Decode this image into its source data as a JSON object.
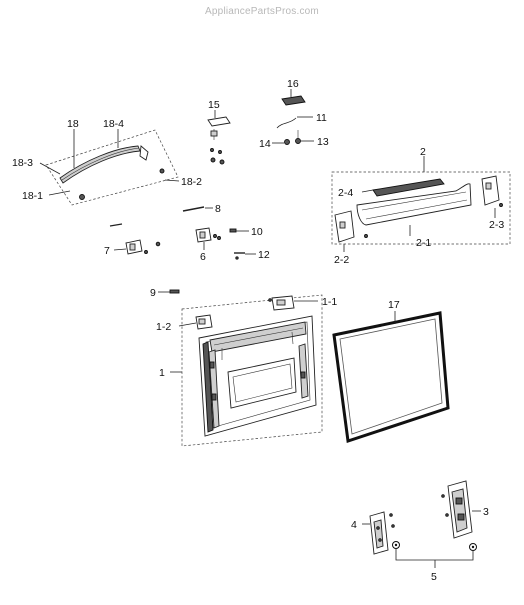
{
  "watermark": "AppliancePartsPros.com",
  "callouts": {
    "c16": "16",
    "c15": "15",
    "c11": "11",
    "c14": "14",
    "c13": "13",
    "c18": "18",
    "c18_4": "18-4",
    "c18_3": "18-3",
    "c18_1": "18-1",
    "c18_2": "18-2",
    "c2": "2",
    "c2_4": "2-4",
    "c2_3": "2-3",
    "c2_2": "2-2",
    "c2_1": "2-1",
    "c8": "8",
    "c10": "10",
    "c7": "7",
    "c6": "6",
    "c12": "12",
    "c9": "9",
    "c1_1": "1-1",
    "c1_2": "1-2",
    "c1": "1",
    "c17": "17",
    "c4": "4",
    "c3": "3",
    "c5": "5"
  }
}
